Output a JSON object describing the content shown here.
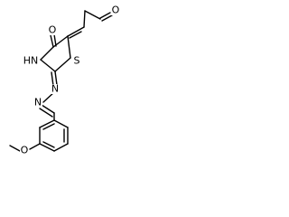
{
  "molecule": {
    "atoms": {
      "aldehyde_o": "O",
      "ring_o": "O",
      "nh": "HN",
      "s": "S",
      "n1": "N",
      "n2": "N",
      "methoxy_o": "O"
    }
  }
}
